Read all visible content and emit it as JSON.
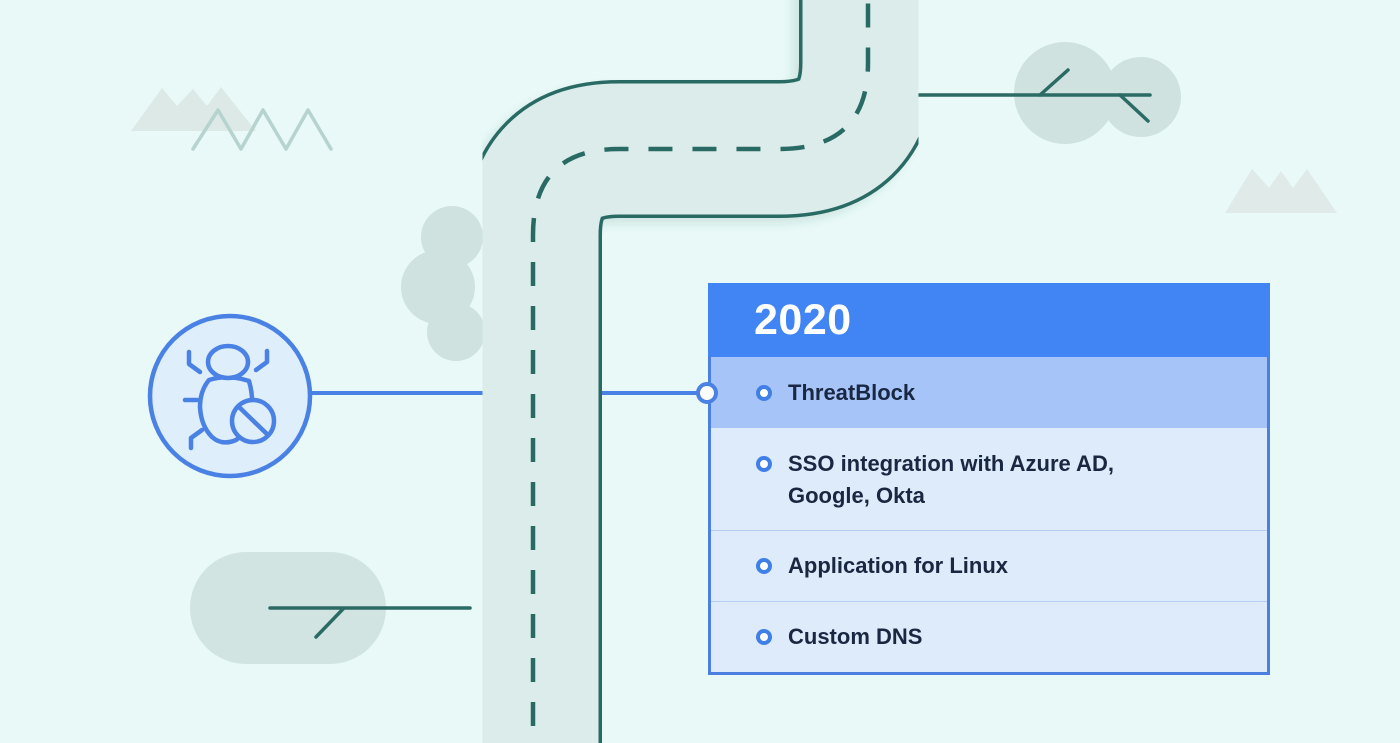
{
  "illustration": {
    "name": "product-roadmap-2020",
    "background_color": "#e8f9f7",
    "road": {
      "fill": "#dbeceb",
      "edge_stroke": "#2c6b65",
      "dashed_center_line": true
    },
    "accent_blue": "#4a81e4",
    "decor_green": "#cfe2df",
    "icons": [
      "bug-blocked-icon",
      "mountains-icon",
      "mountains-outline-icon",
      "cloud-icon",
      "bush-icon",
      "branch-icon"
    ]
  },
  "card": {
    "title": "2020",
    "header_color": "#4184f3",
    "border_color": "#4c80e0",
    "highlight_row_color": "#a6c4f8",
    "row_color": "#deebfb",
    "text_color": "#1a2742",
    "bullet_color": "#3f7fe8",
    "items": [
      {
        "label": "ThreatBlock",
        "highlighted": true
      },
      {
        "label": "SSO integration with Azure AD,\nGoogle, Okta",
        "highlighted": false
      },
      {
        "label": "Application for Linux",
        "highlighted": false
      },
      {
        "label": "Custom DNS",
        "highlighted": false
      }
    ]
  }
}
